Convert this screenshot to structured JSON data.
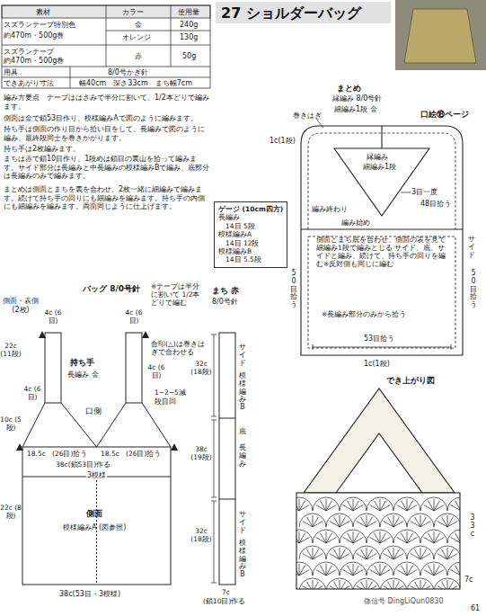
{
  "diagram": {
    "title": "27 ショルダーバッグ",
    "nodes": [
      {
        "text": [
          "ゲージ (10cm四方)",
          "長編み",
          "14目 5段",
          "模様編みA",
          "14目 12段",
          "模様編みB",
          "14目 5.5段"
        ]
      }
    ],
    "labels": [
      "素材",
      "カラー",
      "使用量",
      "スズランテープ特別色",
      "約470m・500g巻",
      "金",
      "240g",
      "オレンジ",
      "130g",
      "スズランテープ",
      "約470m・500g巻",
      "赤",
      "50g",
      "用具",
      "8/0号かぎ針",
      "できあがり寸法",
      "幅40cm　深さ33cm　まち幅7cm",
      "編み方要点　テープははさみで半分に割いて、1/2本どりで編みます。",
      "側面は金で鎖53目作り、模様編みAで図のように編みます。",
      "持ち手は側面の作り目から拾い目をして、長編みで図のように編み、最終段同士を巻きかがります。",
      "持ち手は2枚編みます。",
      "まちは赤で鎖10目作り、1段めは鎖目の裏山を拾って編みます。サイド部分は長編みと中長編みの模様編みBで編み、底部分は長編みのみで編みます。",
      "まとめは側面とまちを裏を合わせ、2枚一緒に細編みで編みます。続けて持ち手の回りにも細編みを編みます。持ち手の内側にも細編みを編みます。両面同じように仕上げます。",
      "まとめ",
      "縁編み 8/0号針",
      "細編み1段 金",
      "口絵⑱ページ",
      "巻きはぎ",
      "1c(1段)",
      "縁編み",
      "細編み1段",
      "3目一度",
      "編み終わり",
      "編み始め",
      "48目拾う",
      "側面とまち底を合わせ、側面の表を見て細編み1段で編みとじる サイド、底、サイドと編み、続けて、持ち手の回りを編む※反対側も同じに編む",
      "サイド",
      "50目拾う",
      "50目拾う",
      "※長編み部分のみから拾う",
      "53目拾う",
      "1c(1段)",
      "でき上がり図",
      "バッグ 8/0号針",
      "※テープは半分に割いて 1/2本どりで編む",
      "側面・表側 (2枚)",
      "4c (6目)",
      "4c (6目)",
      "持ち手",
      "長編み 金",
      "22c (11段)",
      "合印(△)は巻きはぎで合わせる",
      "4c (6目)",
      "4c (6目)",
      "口側",
      "1−2−5減",
      "段目回",
      "10c (5段)",
      "18.5c",
      "(26目)拾う",
      "18.5c",
      "(26目)拾う",
      "38c(鎖53目)作る",
      "3模様",
      "22c (8段)",
      "側面",
      "模様編みA (図参照)",
      "38c(53目・3模様)",
      "まち 赤",
      "8/0号針",
      "32c (18段)",
      "サイド",
      "模様編みB",
      "38c (19段)",
      "底",
      "長編み",
      "32c (18段)",
      "サイド",
      "模様編みB",
      "7c",
      "(鎖10目)作る",
      "33c",
      "7c",
      "微信号 DingLiQun0830",
      "61"
    ]
  }
}
